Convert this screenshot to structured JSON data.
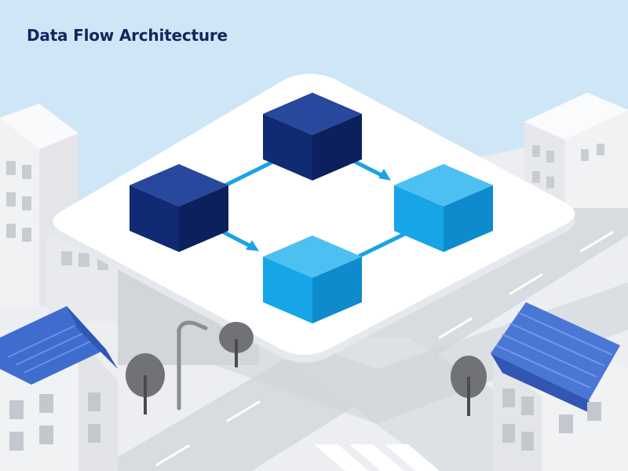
{
  "title": "Data Flow Architecture",
  "colors": {
    "sky": "#cfe6f7",
    "ground": "#eceef1",
    "road": "#d8dbe0",
    "platform_top": "#ffffff",
    "block_dark": "#13307f",
    "block_light": "#14a6e8",
    "arrow": "#1aa3e6",
    "roof": "#4a76d6",
    "building": "#f1f2f4",
    "tree": "#707276"
  },
  "icons": [
    "dark-block",
    "light-block",
    "flow-arrow",
    "street-lamp",
    "tree",
    "blue-roof-house"
  ]
}
